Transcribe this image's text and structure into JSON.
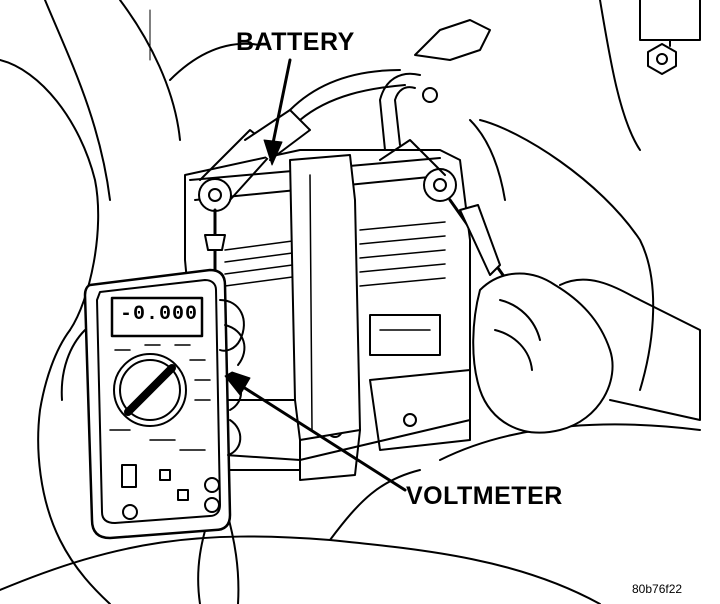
{
  "labels": {
    "battery": "BATTERY",
    "voltmeter": "VOLTMETER",
    "figure_code": "80b76f22"
  },
  "meter": {
    "display": "-0.000"
  },
  "colors": {
    "ink": "#000000",
    "paper": "#ffffff"
  }
}
